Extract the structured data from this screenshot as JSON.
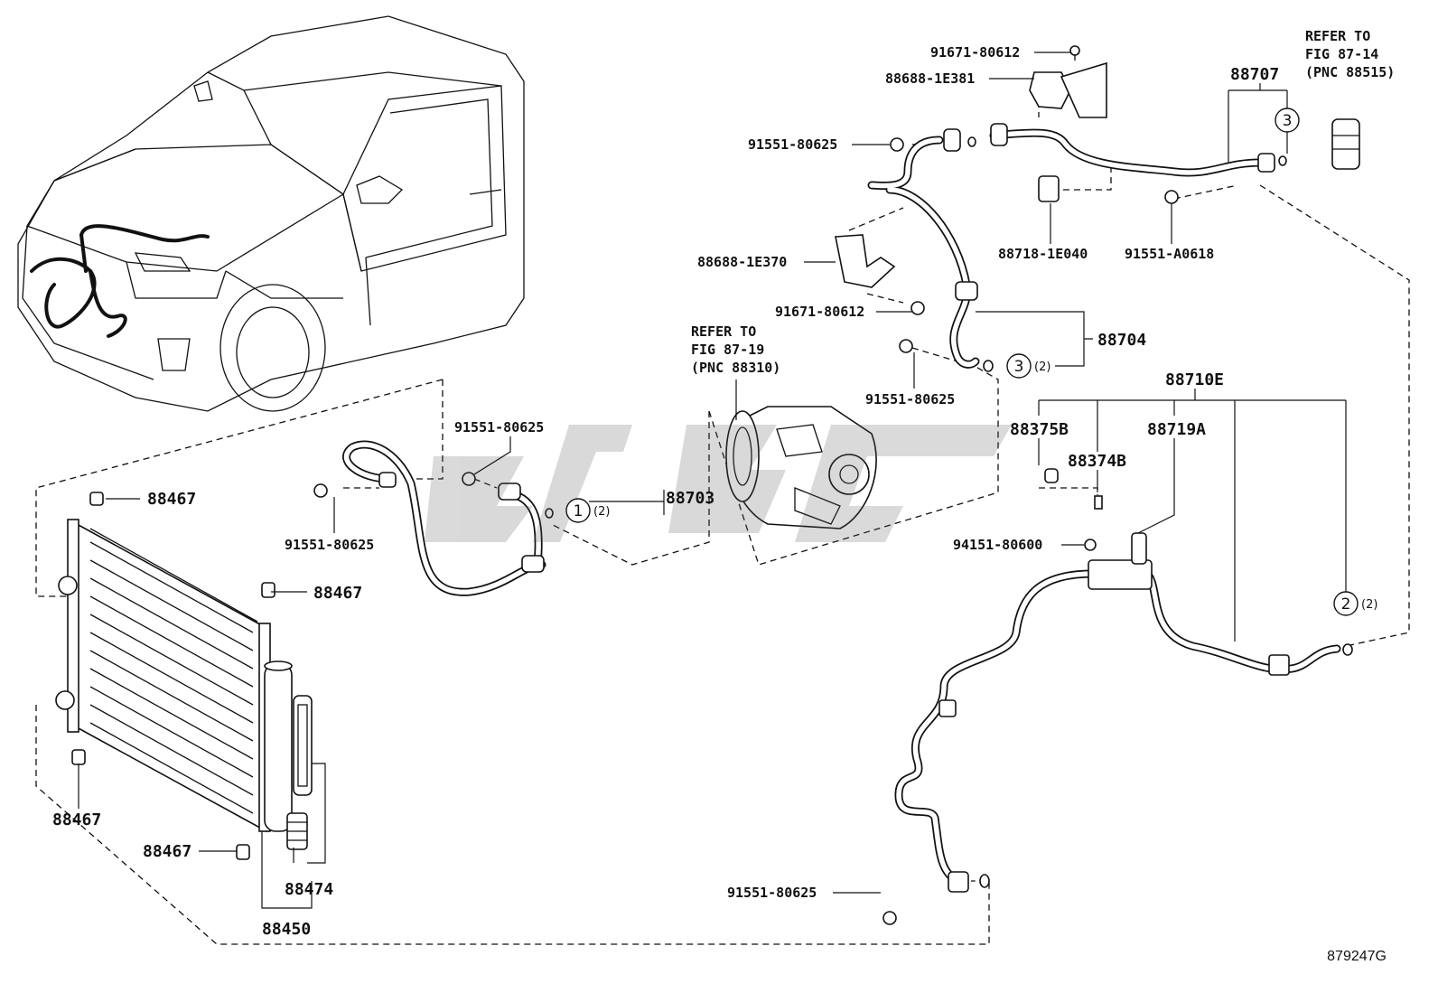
{
  "diagram_code": "879247G",
  "refs": [
    {
      "id": "ref-88515",
      "lines": [
        "REFER TO",
        "FIG 87-14",
        "(PNC 88515)"
      ]
    },
    {
      "id": "ref-88310",
      "lines": [
        "REFER TO",
        "FIG 87-19",
        "(PNC 88310)"
      ]
    }
  ],
  "part_labels": {
    "p91671_80612_top": "91671-80612",
    "p88688_1E381": "88688-1E381",
    "p91551_80625_a": "91551-80625",
    "p88707": "88707",
    "p88718_1E040": "88718-1E040",
    "p91551_A0618": "91551-A0618",
    "p88688_1E370": "88688-1E370",
    "p91671_80612_mid": "91671-80612",
    "p88704": "88704",
    "p91551_80625_b": "91551-80625",
    "p88710E": "88710E",
    "p88375B": "88375B",
    "p88719A": "88719A",
    "p88374B": "88374B",
    "p94151_80600": "94151-80600",
    "p91551_80625_c": "91551-80625",
    "p91551_80625_d": "91551-80625",
    "p88703": "88703",
    "p88467_a": "88467",
    "p88467_b": "88467",
    "p88467_c": "88467",
    "p88467_d": "88467",
    "p88474": "88474",
    "p88450": "88450",
    "p91551_80625_e": "91551-80625"
  },
  "callouts": [
    {
      "id": "o-ring-3-top",
      "number": "3",
      "qty": ""
    },
    {
      "id": "o-ring-3-mid",
      "number": "3",
      "qty": "(2)"
    },
    {
      "id": "o-ring-1",
      "number": "1",
      "qty": "(2)"
    },
    {
      "id": "o-ring-2",
      "number": "2",
      "qty": "(2)"
    }
  ]
}
